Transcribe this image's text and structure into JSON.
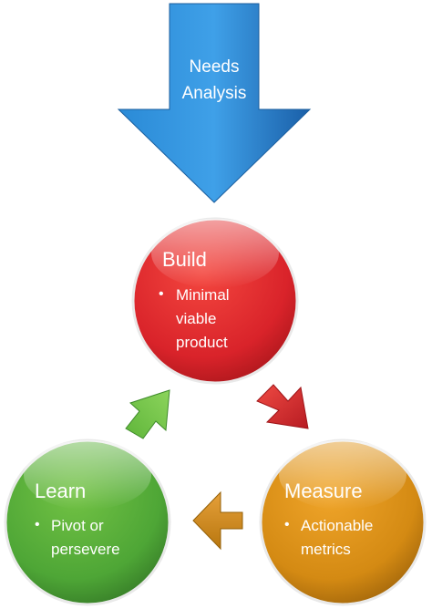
{
  "diagram": {
    "arrow_top": {
      "line1": "Needs",
      "line2": "Analysis",
      "color": "#1E73BE"
    },
    "build": {
      "title": "Build",
      "bullet": "•",
      "lines": [
        "Minimal",
        "viable",
        "product"
      ],
      "color": "#D9232A"
    },
    "learn": {
      "title": "Learn",
      "bullet": "•",
      "lines": [
        "Pivot or",
        "persevere"
      ],
      "color": "#4EA636"
    },
    "measure": {
      "title": "Measure",
      "bullet": "•",
      "lines": [
        "Actionable",
        "metrics"
      ],
      "color": "#D48A13"
    }
  }
}
